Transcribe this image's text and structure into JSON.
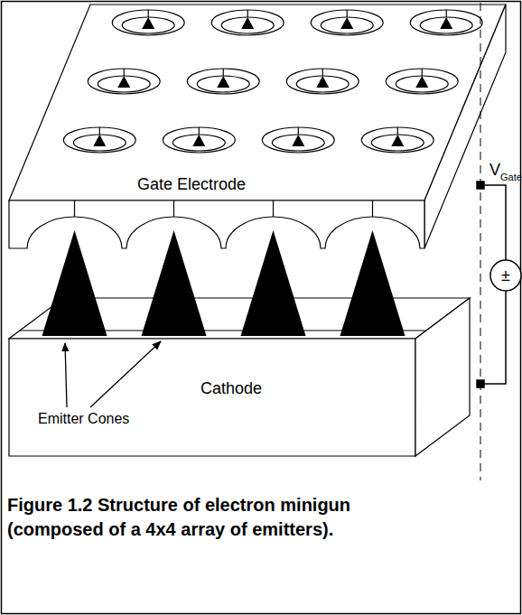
{
  "diagram": {
    "caption": "Figure 1.2 Structure of electron minigun (composed of a 4x4 array of emitters).",
    "labels": [
      "Gate Electrode",
      "V",
      "Gate",
      "±",
      "Emitter Cones",
      "Cathode"
    ]
  }
}
